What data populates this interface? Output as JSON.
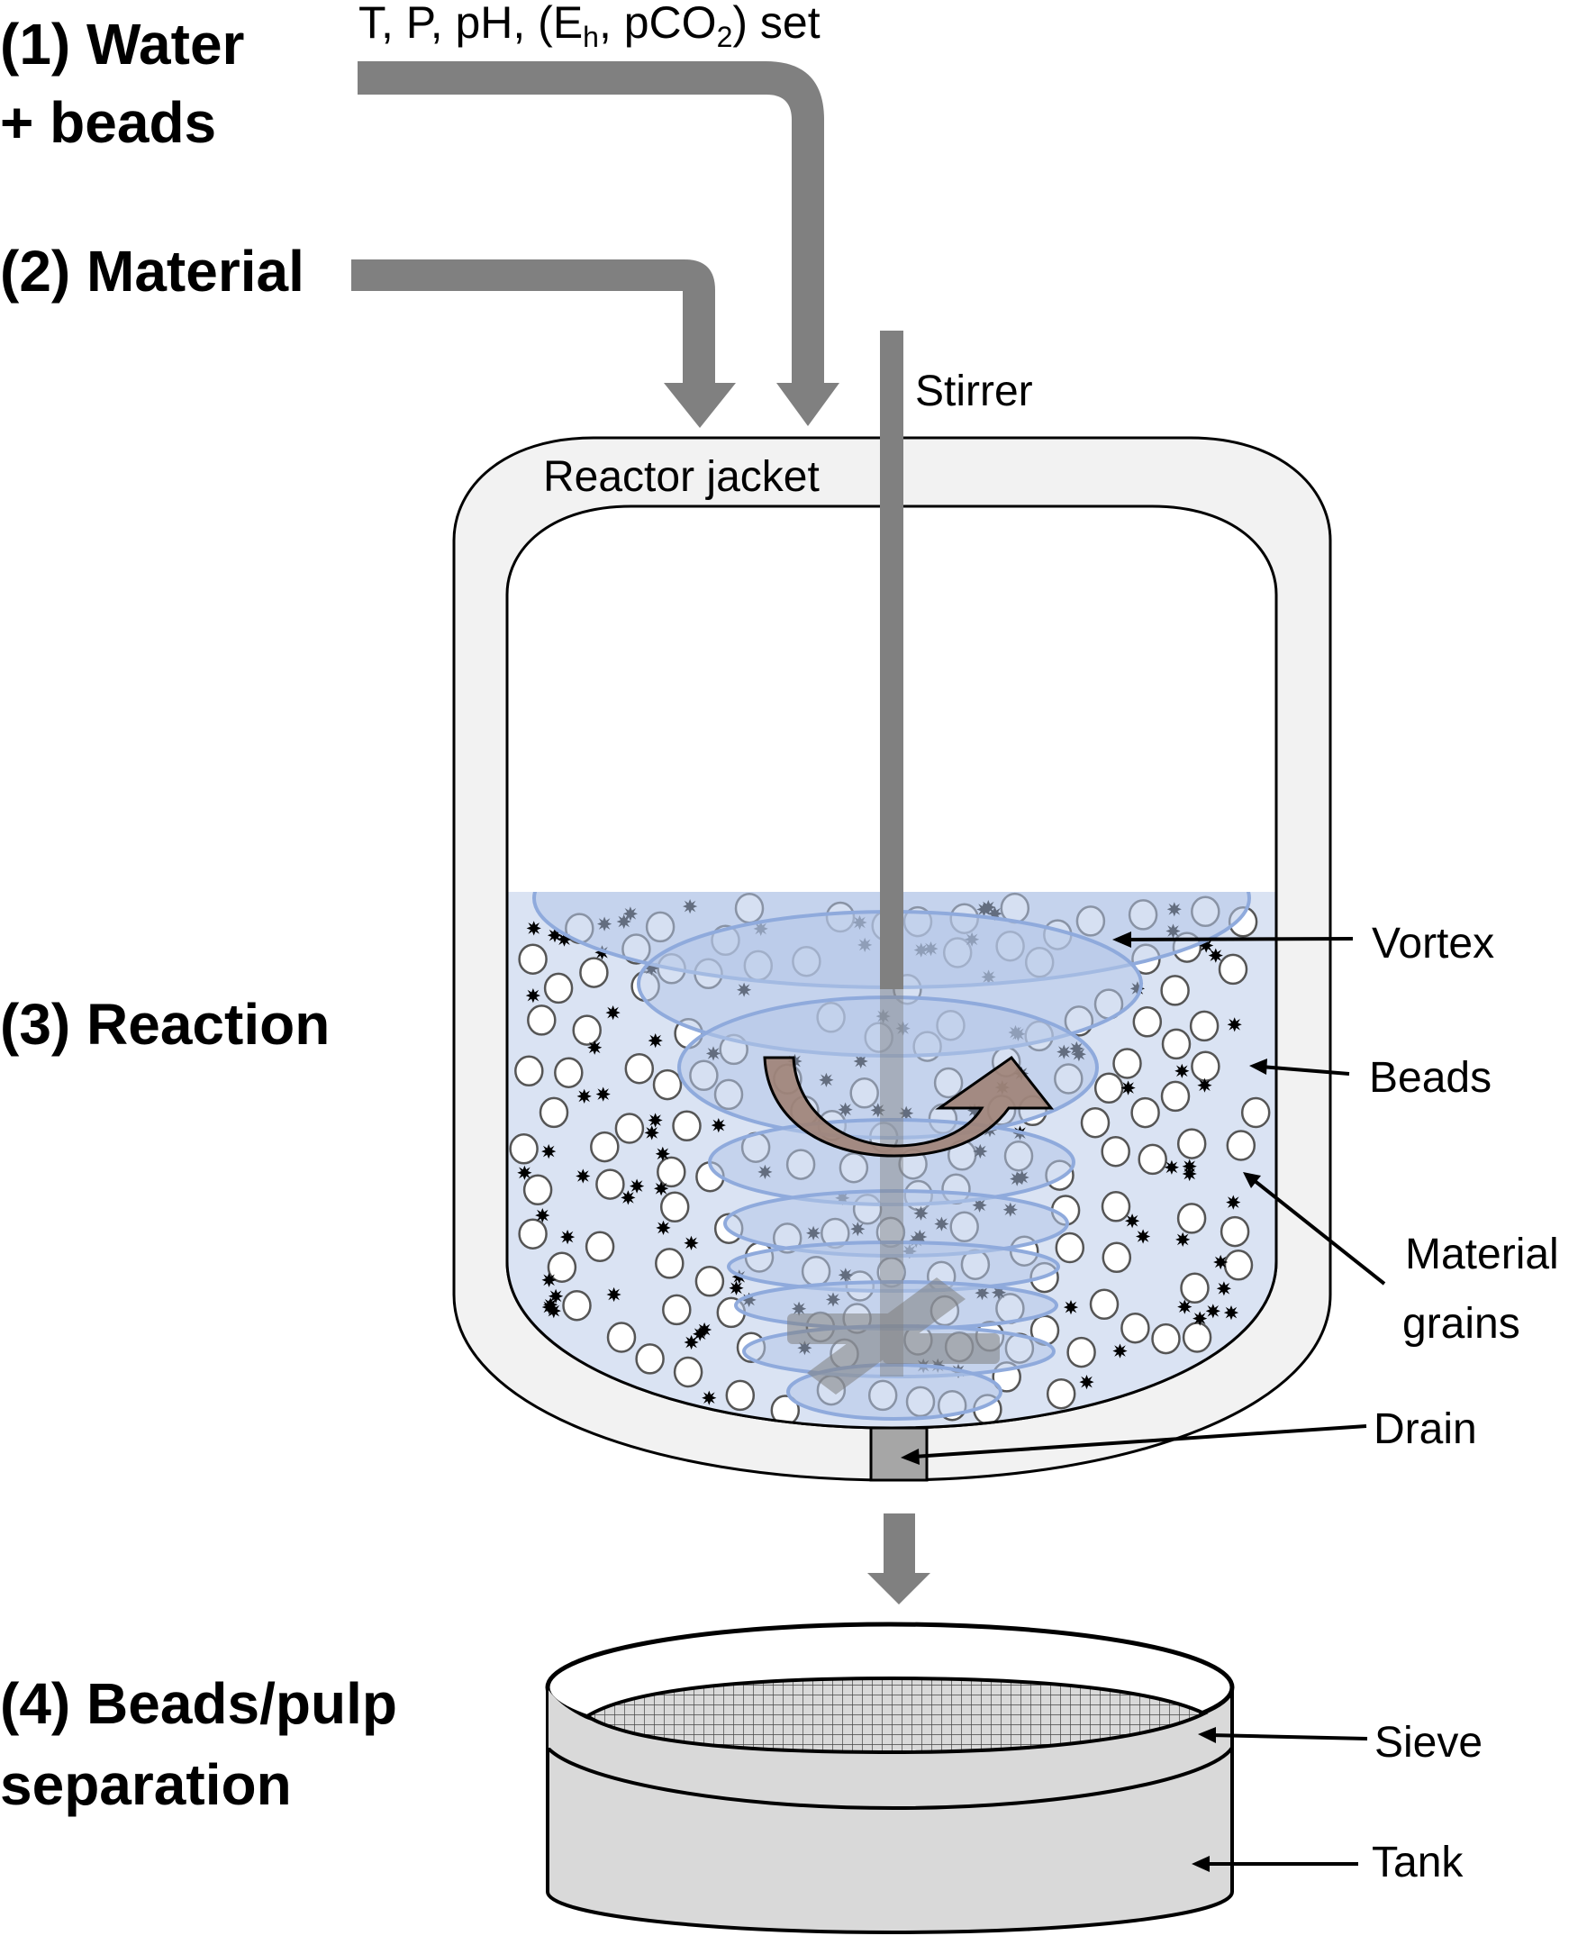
{
  "figure": {
    "steps": [
      {
        "id": "step-1",
        "lines": [
          "(1) Water",
          "+ beads"
        ]
      },
      {
        "id": "step-2",
        "lines": [
          "(2) Material"
        ]
      },
      {
        "id": "step-3",
        "lines": [
          "(3) Reaction"
        ]
      },
      {
        "id": "step-4",
        "lines": [
          "(4) Beads/pulp",
          "separation"
        ]
      }
    ],
    "control_label": {
      "prefix": "T, P, pH, (E",
      "sub1": "h",
      "mid": ", pCO",
      "sub2": "2",
      "suffix": ") set"
    },
    "labels": {
      "stirrer": "Stirrer",
      "reactor_jacket": "Reactor jacket",
      "vortex": "Vortex",
      "beads": "Beads",
      "material_grains_line1": "Material",
      "material_grains_line2": "grains",
      "drain": "Drain",
      "sieve": "Sieve",
      "tank": "Tank"
    },
    "colors": {
      "pipe": "#808080",
      "jacket": "#f2f2f2",
      "liquid": "#dae3f3",
      "vortex_fill": "#b4c7e7",
      "vortex_stroke": "#8faadc",
      "rotation_arrow": "#9e8276",
      "drain": "#a6a6a6",
      "tank": "#d9d9d9"
    }
  }
}
